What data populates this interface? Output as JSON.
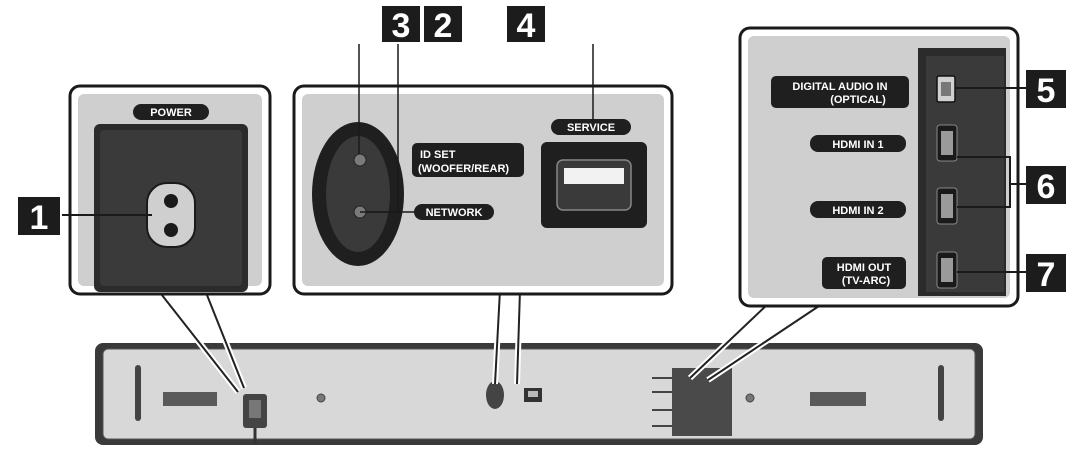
{
  "power": {
    "label": "POWER",
    "number": "1"
  },
  "id_set": {
    "label_line1": "ID SET",
    "label_line2": "(WOOFER/REAR)",
    "number": "2"
  },
  "network": {
    "label": "NETWORK",
    "number": "3"
  },
  "service": {
    "label": "SERVICE",
    "number": "4"
  },
  "optical": {
    "label_line1": "DIGITAL AUDIO IN",
    "label_line2": "(OPTICAL)",
    "number": "5"
  },
  "hdmi_in": {
    "label1": "HDMI IN 1",
    "label2": "HDMI IN 2",
    "number": "6"
  },
  "hdmi_out": {
    "label_line1": "HDMI OUT",
    "label_line2": "(TV-ARC)",
    "number": "7"
  },
  "colors": {
    "panel": "#c9c9c9",
    "dark": "#2b2b2b",
    "badge": "#1c1c1c"
  }
}
